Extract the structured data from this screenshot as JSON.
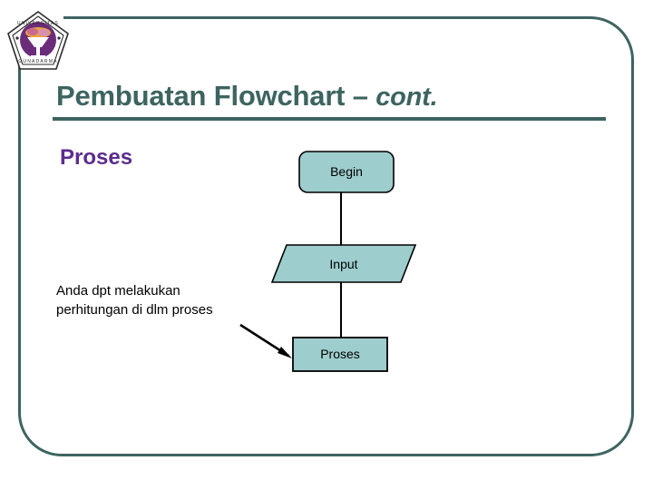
{
  "slide": {
    "title_main": "Pembuatan Flowchart – ",
    "title_cont": "cont.",
    "section_heading": "Proses",
    "note_line1": "Anda dpt melakukan",
    "note_line2": "perhitungan di dlm proses",
    "logo_alt": "universitas-gunadarma-logo"
  },
  "colors": {
    "frame": "#3d6460",
    "title": "#3d6460",
    "heading": "#5b2d8e",
    "node_fill": "#9ecdcd",
    "node_stroke": "#000000",
    "logo_purple": "#6b2d7a"
  },
  "flowchart": {
    "type": "flowchart",
    "nodes": [
      {
        "id": "begin",
        "label": "Begin",
        "shape": "rounded-rectangle"
      },
      {
        "id": "input",
        "label": "Input",
        "shape": "parallelogram"
      },
      {
        "id": "proses",
        "label": "Proses",
        "shape": "rectangle"
      }
    ],
    "edges": [
      {
        "from": "begin",
        "to": "input",
        "style": "line"
      },
      {
        "from": "input",
        "to": "proses",
        "style": "line"
      }
    ],
    "annotations": [
      {
        "target": "proses",
        "text": "Anda dpt melakukan perhitungan di dlm proses",
        "style": "arrow"
      }
    ]
  }
}
